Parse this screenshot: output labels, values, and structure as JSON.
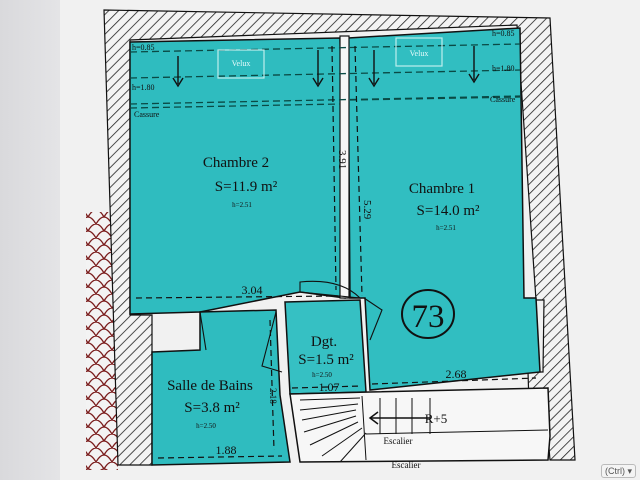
{
  "plan": {
    "rooms": {
      "chambre2": {
        "name": "Chambre 2",
        "area": "S=11.9 m²",
        "height": "h=2.51"
      },
      "chambre1": {
        "name": "Chambre 1",
        "area": "S=14.0 m²",
        "height": "h=2.51"
      },
      "degagement": {
        "name": "Dgt.",
        "area": "S=1.5 m²",
        "height": "h=2.50"
      },
      "salle_de_bains": {
        "name": "Salle de Bains",
        "area": "S=3.8 m²",
        "height": "h=2.50"
      }
    },
    "dimensions": {
      "d_304": "3.04",
      "d_391": "3.91",
      "d_529": "5.29",
      "d_268": "2.68",
      "d_107": "1.07",
      "d_188": "1.88",
      "d_218": "2.18"
    },
    "slope_labels": {
      "h085_left": "h=0.85",
      "h180_left": "h=1.80",
      "h085_right": "h=0.85",
      "h180_right": "h=1.80",
      "cassure_left": "Cassure",
      "cassure_right": "Cassure"
    },
    "velux": {
      "left": "Velux",
      "right": "Velux"
    },
    "stairs": {
      "label_top": "Escalier",
      "label_bottom": "Escalier",
      "level": "R+5"
    },
    "room_number": "73",
    "corner_button": "(Ctrl) ▾"
  },
  "colors": {
    "room_fill": "#2fbcbf",
    "room_fill_light": "#48c6c8",
    "wall_line": "#111111",
    "hatch": "#222222",
    "paper": "#f1f1f1"
  }
}
